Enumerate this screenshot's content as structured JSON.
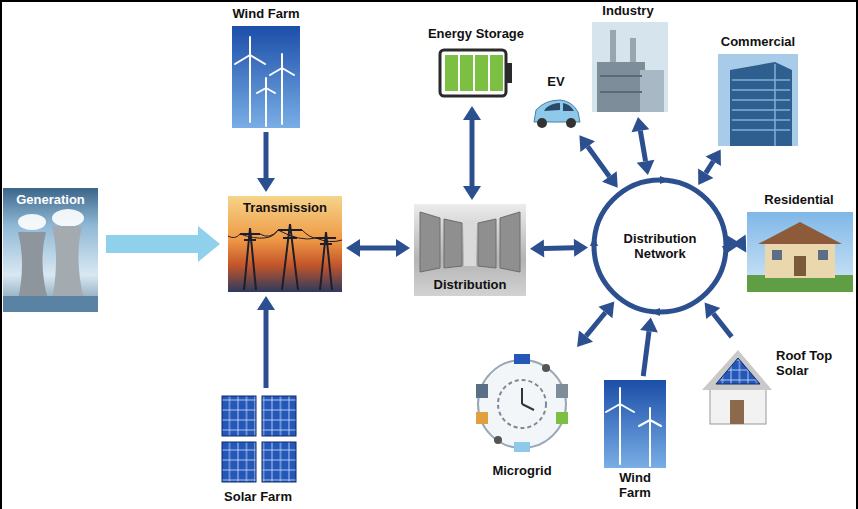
{
  "diagram": {
    "nodes": [
      {
        "text": [
          "Wind Farm"
        ]
      },
      {
        "text": [
          "Energy Storage"
        ]
      },
      {
        "text": [
          "Industry"
        ]
      },
      {
        "text": [
          "Commercial"
        ]
      },
      {
        "text": [
          "EV"
        ]
      },
      {
        "text": [
          "Generation"
        ]
      },
      {
        "text": [
          "Transmission"
        ]
      },
      {
        "text": [
          "Distribution"
        ]
      },
      {
        "text": [
          "Distribution Network"
        ]
      },
      {
        "text": [
          "Residential"
        ]
      },
      {
        "text": [
          "Roof Top Solar"
        ]
      },
      {
        "text": [
          "Microgrid"
        ]
      },
      {
        "text": [
          "Wind Farm"
        ]
      },
      {
        "text": [
          "Solar Farm"
        ]
      }
    ],
    "edges": [
      {
        "from": 5,
        "to": 6,
        "arrow": "to"
      },
      {
        "from": 0,
        "to": 6,
        "arrow": "to"
      },
      {
        "from": 13,
        "to": 6,
        "arrow": "to"
      },
      {
        "from": 6,
        "to": 7,
        "arrow": "both"
      },
      {
        "from": 1,
        "to": 7,
        "arrow": "both"
      },
      {
        "from": 7,
        "to": 8,
        "arrow": "both"
      },
      {
        "from": 4,
        "to": 8,
        "arrow": "both"
      },
      {
        "from": 2,
        "to": 8,
        "arrow": "both"
      },
      {
        "from": 3,
        "to": 8,
        "arrow": "both"
      },
      {
        "from": 9,
        "to": 8,
        "arrow": "both"
      },
      {
        "from": 10,
        "to": 8,
        "arrow": "to"
      },
      {
        "from": 12,
        "to": 8,
        "arrow": "to"
      },
      {
        "from": 11,
        "to": 8,
        "arrow": "both"
      }
    ]
  }
}
